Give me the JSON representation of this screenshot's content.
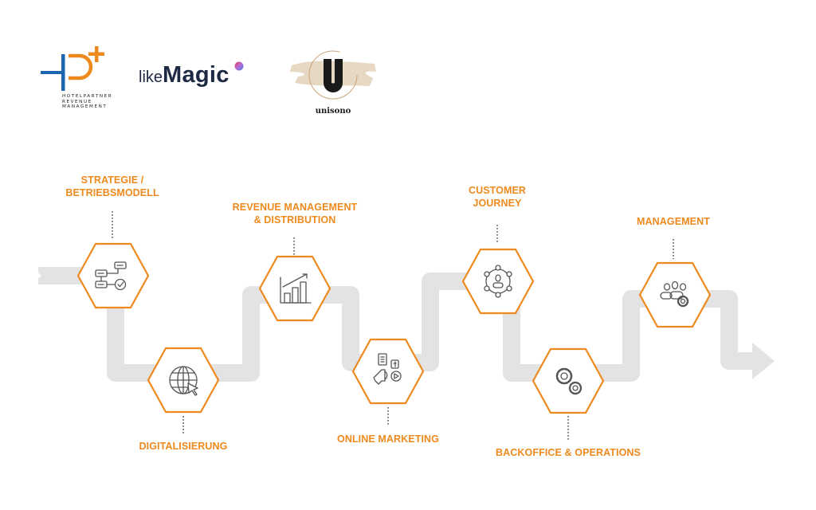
{
  "logos": {
    "hotelpartner": {
      "mark": "HP+",
      "subtitle_lines": [
        "HOTELPARTNER",
        "REVENUE",
        "MANAGEMENT"
      ],
      "colors": {
        "blue": "#1a66b0",
        "orange": "#ee8a1d"
      }
    },
    "likemagic": {
      "prefix": "like",
      "name": "Magic",
      "color": "#1e2a44"
    },
    "unisono": {
      "letter": "U",
      "name": "unisono"
    }
  },
  "colors": {
    "accent": "#ee8a1d",
    "path": "#e3e3e3",
    "icon": "#555555"
  },
  "steps": [
    {
      "id": "strategie",
      "lines": [
        "STRATEGIE /",
        "BETRIEBSMODELL"
      ],
      "icon": "flowchart-check-icon",
      "label_position": "above"
    },
    {
      "id": "digitalisierung",
      "lines": [
        "DIGITALISIERUNG"
      ],
      "icon": "globe-cursor-icon",
      "label_position": "below"
    },
    {
      "id": "revenue",
      "lines": [
        "REVENUE MANAGEMENT",
        "& DISTRIBUTION"
      ],
      "icon": "bar-chart-growth-icon",
      "label_position": "above"
    },
    {
      "id": "online-marketing",
      "lines": [
        "ONLINE MARKETING"
      ],
      "icon": "megaphone-social-icon",
      "label_position": "below"
    },
    {
      "id": "customer-journey",
      "lines": [
        "CUSTOMER",
        "JOURNEY"
      ],
      "icon": "customer-network-icon",
      "label_position": "above"
    },
    {
      "id": "backoffice",
      "lines": [
        "BACKOFFICE & OPERATIONS"
      ],
      "icon": "gears-icon",
      "label_position": "below"
    },
    {
      "id": "management",
      "lines": [
        "MANAGEMENT"
      ],
      "icon": "team-gear-icon",
      "label_position": "above"
    }
  ]
}
